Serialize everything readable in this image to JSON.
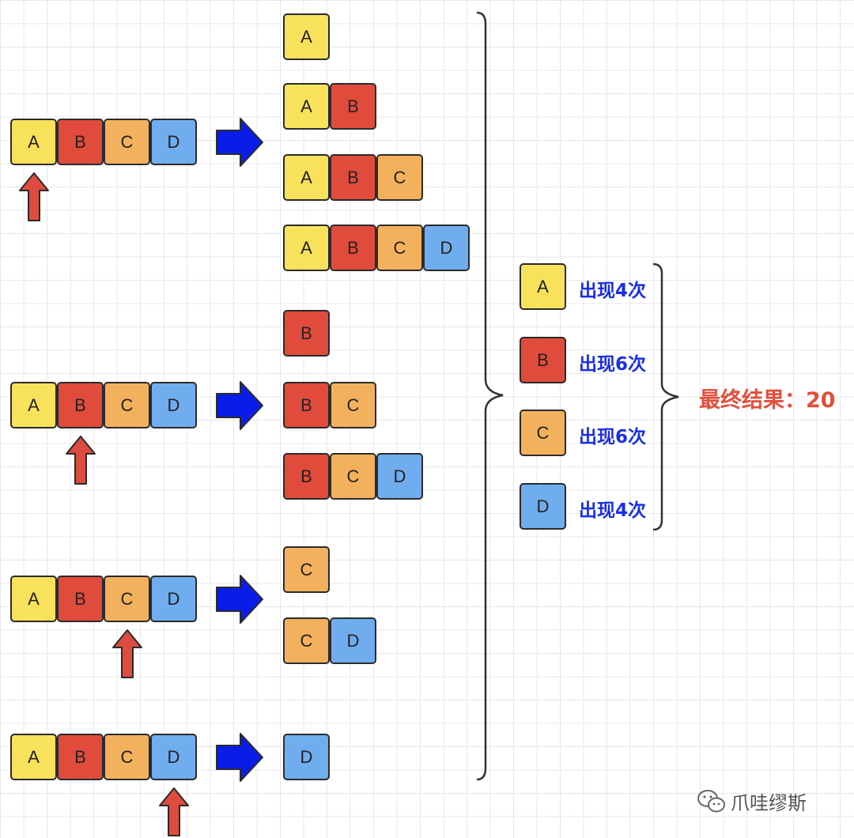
{
  "colors": {
    "A": "#f9e25b",
    "B": "#e14b3b",
    "C": "#f4b15d",
    "D": "#70adee",
    "pointer": "#dd4c3e",
    "flow_arrow": "#0a1de8",
    "count_text": "#1a2ee8",
    "result_text": "#e0503c"
  },
  "source_rows": [
    {
      "cells": [
        "A",
        "B",
        "C",
        "D"
      ],
      "pointer_index": 0
    },
    {
      "cells": [
        "A",
        "B",
        "C",
        "D"
      ],
      "pointer_index": 1
    },
    {
      "cells": [
        "A",
        "B",
        "C",
        "D"
      ],
      "pointer_index": 2
    },
    {
      "cells": [
        "A",
        "B",
        "C",
        "D"
      ],
      "pointer_index": 3
    }
  ],
  "subarrays": [
    [
      "A"
    ],
    [
      "A",
      "B"
    ],
    [
      "A",
      "B",
      "C"
    ],
    [
      "A",
      "B",
      "C",
      "D"
    ],
    [
      "B"
    ],
    [
      "B",
      "C"
    ],
    [
      "B",
      "C",
      "D"
    ],
    [
      "C"
    ],
    [
      "C",
      "D"
    ],
    [
      "D"
    ]
  ],
  "counts": [
    {
      "letter": "A",
      "text": "出现4次"
    },
    {
      "letter": "B",
      "text": "出现6次"
    },
    {
      "letter": "C",
      "text": "出现6次"
    },
    {
      "letter": "D",
      "text": "出现4次"
    }
  ],
  "result": "最终结果：20",
  "watermark": "爪哇缪斯",
  "icons": {
    "flow": "right-arrow-icon",
    "pointer": "up-arrow-icon",
    "watermark": "wechat-icon"
  }
}
